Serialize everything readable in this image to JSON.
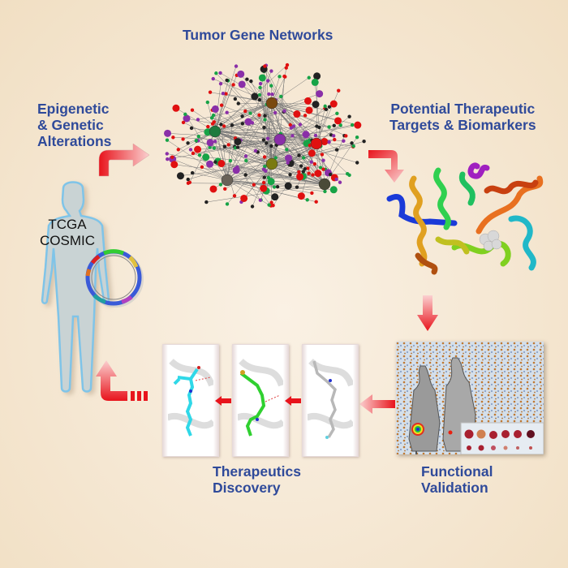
{
  "title": "Tumor gene network to therapeutics workflow",
  "labels": {
    "network": "Tumor Gene Networks",
    "alterations": [
      "Epigenetic",
      "& Genetic",
      "Alterations"
    ],
    "targets": [
      "Potential Therapeutic",
      "Targets & Biomarkers"
    ],
    "therapeutics": [
      "Therapeutics",
      "Discovery"
    ],
    "validation": [
      "Functional",
      "Validation"
    ],
    "databases": [
      "TCGA",
      "COSMIC"
    ]
  },
  "colors": {
    "label_text": "#2f4a9a",
    "arrow_red": "#e8141c",
    "arrow_light": "#fbd0d0",
    "network_nodes": [
      "#e01010",
      "#8a2fa8",
      "#17a346",
      "#222222"
    ],
    "background": "#f6e9d6"
  },
  "icons": {
    "human": "human-silhouette-icon",
    "plasmid": "plasmid-ring-icon",
    "network": "gene-network-icon",
    "protein": "protein-ribbon-icon",
    "ligand_panels": [
      "ligand-docking-cyan",
      "ligand-docking-green",
      "ligand-docking-gray"
    ],
    "validation": "mouse-imaging-icon"
  }
}
